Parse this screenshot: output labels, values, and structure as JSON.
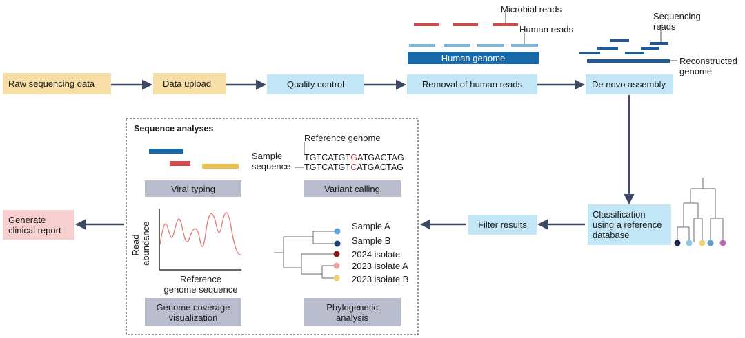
{
  "colors": {
    "step_yellow": "#f6dea6",
    "step_blue": "#c3e6f6",
    "step_pink": "#f8cfcf",
    "analysis_grey": "#b9bccd",
    "arrow": "#3d4a66",
    "dark_blue": "#1f5a96",
    "mid_blue": "#1769aa",
    "light_blue": "#7bb7dc",
    "red": "#d04b4b",
    "gold": "#e8c04e",
    "curve": "#e07a74"
  },
  "pipeline": {
    "raw_data": "Raw sequencing data",
    "data_upload": "Data upload",
    "quality_control": "Quality control",
    "removal_human": "Removal of human reads",
    "de_novo": "De novo assembly",
    "classification": [
      "Classification",
      "using a reference",
      "database"
    ],
    "filter_results": "Filter results",
    "clinical_report": [
      "Generate",
      "clinical report"
    ]
  },
  "human_removal_diagram": {
    "microbial_reads": "Microbial reads",
    "human_reads": "Human reads",
    "human_genome": "Human genome"
  },
  "assembly_diagram": {
    "sequencing_reads": [
      "Sequencing",
      "reads"
    ],
    "reconstructed_genome": [
      "Reconstructed",
      "genome"
    ]
  },
  "analyses": {
    "title": "Sequence analyses",
    "viral_typing": "Viral typing",
    "variant_calling": {
      "label": "Variant calling",
      "reference_genome": "Reference genome",
      "sample_sequence": [
        "Sample",
        "sequence"
      ],
      "ref_seq": [
        "TGTCATGT",
        "G",
        "ATGACTAG"
      ],
      "sample_seq": [
        "TGTCATGT",
        "C",
        "ATGACTAG"
      ]
    },
    "coverage": {
      "label": [
        "Genome coverage",
        "visualization"
      ],
      "y_axis": [
        "Read",
        "abundance"
      ],
      "x_axis": [
        "Reference",
        "genome sequence"
      ]
    },
    "phylogenetic": {
      "label": [
        "Phylogenetic",
        "analysis"
      ],
      "leaves": [
        {
          "name": "Sample A",
          "color": "#5aa0d6"
        },
        {
          "name": "Sample B",
          "color": "#163d6e"
        },
        {
          "name": "2024 isolate",
          "color": "#8b1a1a"
        },
        {
          "name": "2023 isolate A",
          "color": "#e8a0a0"
        },
        {
          "name": "2023 isolate B",
          "color": "#f0cf72"
        }
      ]
    }
  },
  "classification_tree": {
    "leaf_colors": [
      "#17254a",
      "#8ec6e6",
      "#f1cf72",
      "#5a9ed2",
      "#c06ab2"
    ]
  }
}
